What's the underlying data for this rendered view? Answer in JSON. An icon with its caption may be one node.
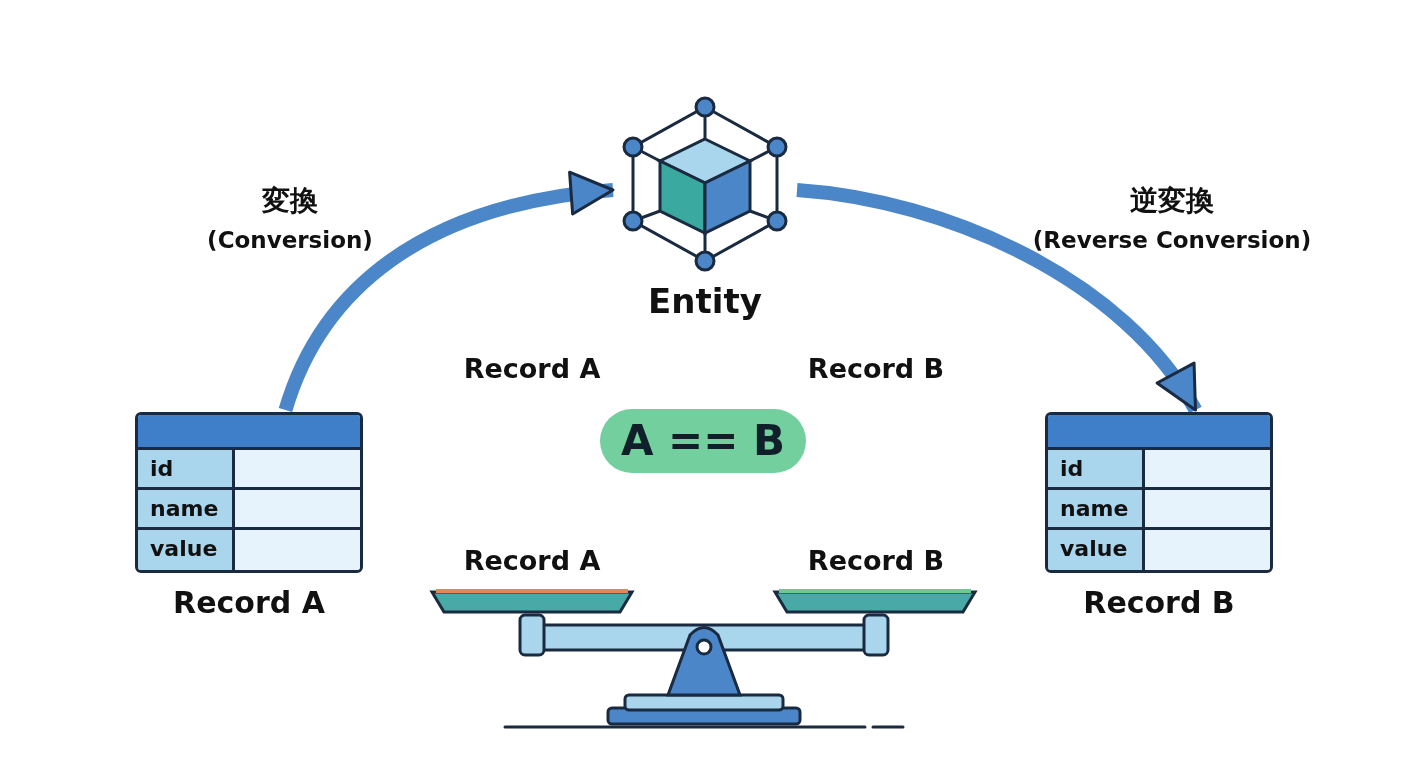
{
  "diagram": {
    "nodes": [
      {
        "text": [
          "id",
          "name",
          "value"
        ],
        "beside": [
          "Record A"
        ]
      },
      {
        "text": [
          "Entity"
        ]
      },
      {
        "text": [
          "id",
          "name",
          "value"
        ],
        "beside": [
          "Record B"
        ]
      }
    ],
    "edges": [
      {
        "from": 0,
        "to": 1,
        "arrow": "to",
        "label": "変換 (Conversion)"
      },
      {
        "from": 1,
        "to": 2,
        "arrow": "to",
        "label": "逆変換 (Reverse Conversion)"
      }
    ],
    "labels": [
      "Record A",
      "Record B",
      "A == B",
      "Record A",
      "Record B"
    ]
  }
}
